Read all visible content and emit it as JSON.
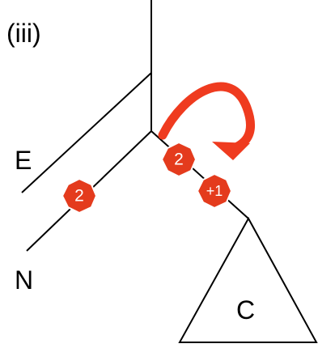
{
  "panel_label": "(iii)",
  "labels": {
    "e": "E",
    "n": "N",
    "c": "C"
  },
  "badges": {
    "left": "2",
    "middle": "2",
    "right": "+1"
  },
  "colors": {
    "line": "#000000",
    "arrow": "#ef3b1f",
    "badge_fill": "#e43b1d",
    "badge_stroke": "#ffffff",
    "badge_text": "#ffffff"
  }
}
